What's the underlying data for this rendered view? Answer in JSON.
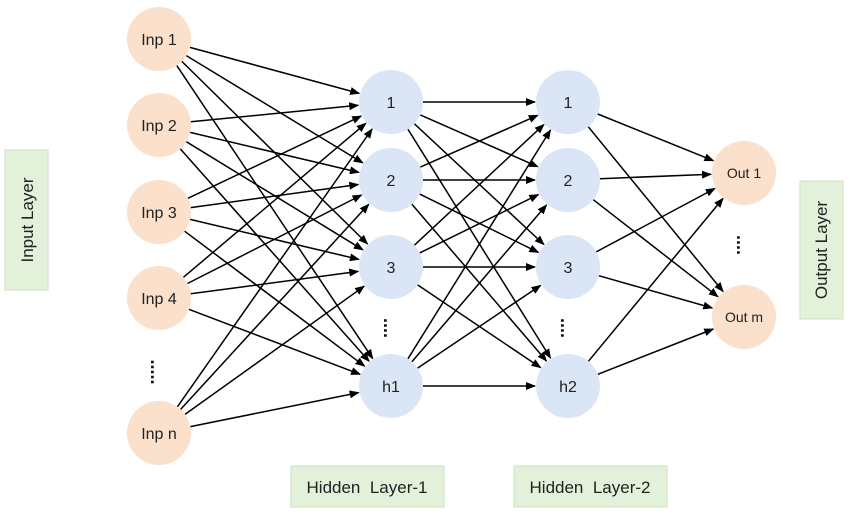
{
  "colors": {
    "input_node": "#fbe0cc",
    "hidden_node": "#dae6f5",
    "output_node": "#fbe0cc",
    "label_box": "#e3f0da",
    "label_box_border": "#cfe2c2",
    "edge": "#000000"
  },
  "layers": {
    "input": {
      "label": "Input Layer",
      "nodes": [
        "Inp 1",
        "Inp 2",
        "Inp 3",
        "Inp 4",
        "Inp n"
      ],
      "ellipsis": "....."
    },
    "hidden1": {
      "label": "Hidden  Layer-1",
      "nodes": [
        "1",
        "2",
        "3",
        "h1"
      ],
      "ellipsis": "...."
    },
    "hidden2": {
      "label": "Hidden  Layer-2",
      "nodes": [
        "1",
        "2",
        "3",
        "h2"
      ],
      "ellipsis": "...."
    },
    "output": {
      "label": "Output  Layer",
      "nodes": [
        "Out 1",
        "Out m"
      ],
      "ellipsis": "...."
    }
  }
}
